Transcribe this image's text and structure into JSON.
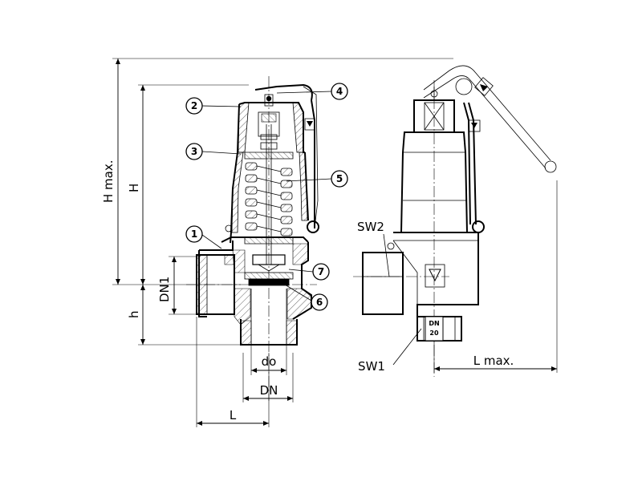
{
  "dimensions": {
    "h_max": "H max.",
    "h_upper": "H",
    "h_lower": "h",
    "dn1": "DN1",
    "do": "do",
    "dn": "DN",
    "l": "L",
    "l_max": "L max."
  },
  "callouts": [
    "1",
    "2",
    "3",
    "4",
    "5",
    "6",
    "7"
  ],
  "side_labels": {
    "sw1": "SW1",
    "sw2": "SW2",
    "badge_line1": "DN",
    "badge_line2": "20"
  }
}
